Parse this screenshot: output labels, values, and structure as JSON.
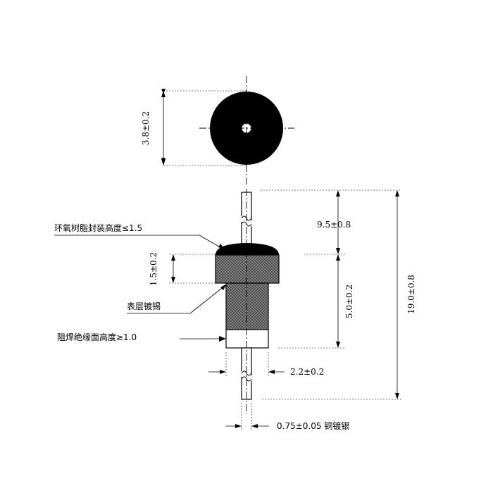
{
  "dimensions": {
    "top_diameter": "3.8±0.2",
    "upper_lead_length": "9.5±0.8",
    "cap_height": "1.5±0.2",
    "body_length": "5.0±0.2",
    "total_length": "19.0±0.8",
    "body_diameter": "2.2±0.2",
    "lead_diameter": "0.75±0.05 铜镀银"
  },
  "callouts": {
    "epoxy": "环氧树脂封装高度≤1.5",
    "plating": "表层镀锡",
    "solder_resist": "阻焊绝缘面高度≥1.0"
  }
}
